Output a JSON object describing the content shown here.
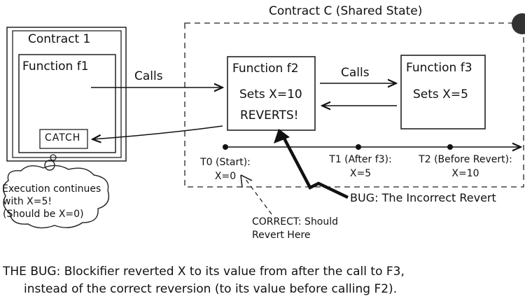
{
  "contract_c": {
    "title": "Contract C (Shared State)"
  },
  "contract_1": {
    "title": "Contract 1",
    "function_label": "Function f1",
    "catch_label": "CATCH"
  },
  "f2": {
    "title": "Function f2",
    "sets": "Sets X=10",
    "reverts": "REVERTS!"
  },
  "f3": {
    "title": "Function f3",
    "sets": "Sets X=5"
  },
  "calls": {
    "f1_to_f2": "Calls",
    "f2_to_f3": "Calls"
  },
  "timeline": [
    {
      "label": "T0 (Start):",
      "value": "X=0"
    },
    {
      "label": "T1 (After f3):",
      "value": "X=5"
    },
    {
      "label": "T2 (Before Revert):",
      "value": "X=10"
    }
  ],
  "bubble": {
    "lines": [
      "Execution continues",
      "with X=5!",
      "(Should be X=0)"
    ]
  },
  "bug_label": "BUG: The Incorrect Revert",
  "correct_label": {
    "lines": [
      "CORRECT: Should",
      "Revert Here"
    ]
  },
  "footer": {
    "line1": "THE BUG: Blockifier reverted X to its value from after the call to F3,",
    "line2": "instead of the correct reversion (to its value before calling F2)."
  },
  "colors": {
    "ink": "#111111",
    "background": "#ffffff",
    "corner_icon": "#333333"
  }
}
